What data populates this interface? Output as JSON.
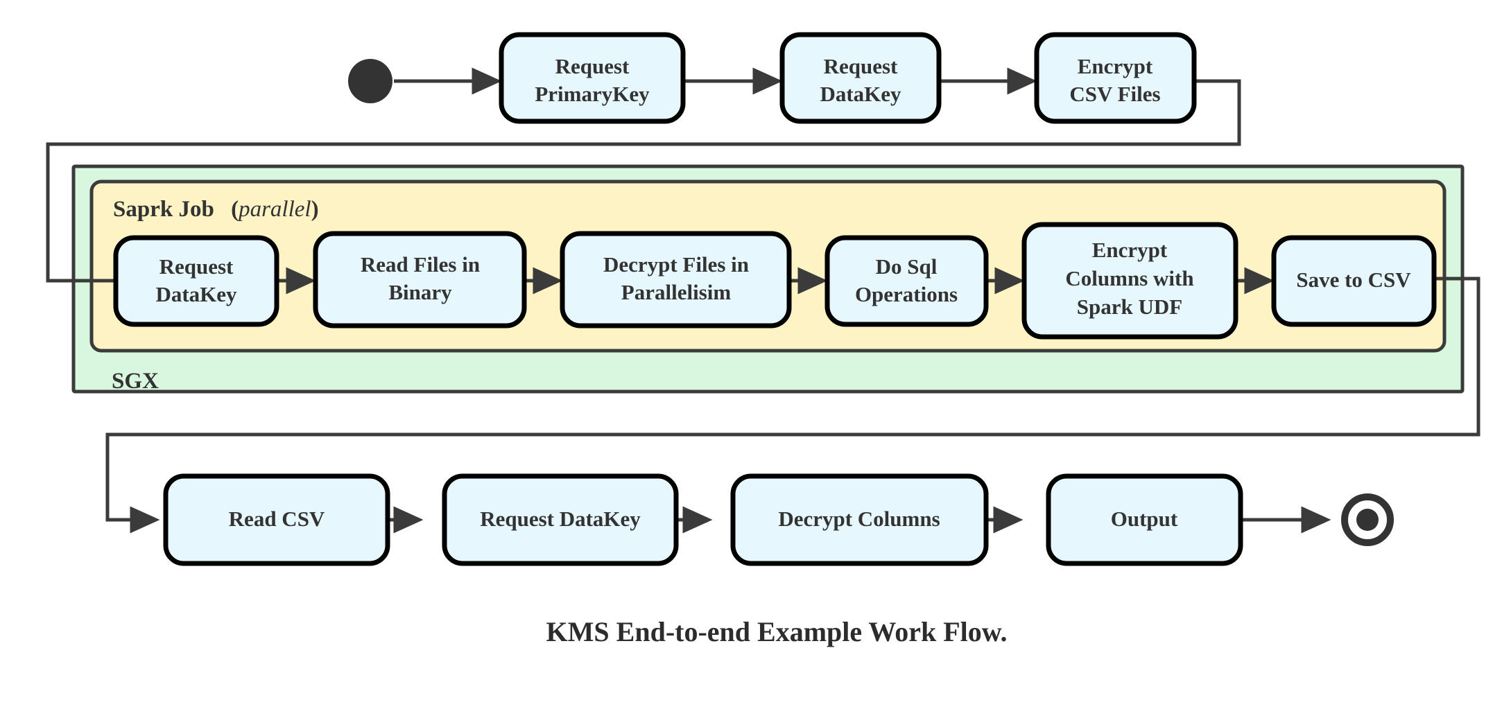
{
  "diagram": {
    "caption": "KMS End-to-end Example Work Flow.",
    "colors": {
      "node_fill": "#e6f8fd",
      "node_stroke": "#000000",
      "sgx_fill": "#d9f7de",
      "spark_fill": "#fdf3c4",
      "edge_stroke": "#3b3b3b",
      "text": "#333333",
      "page_background": "#ffffff"
    },
    "markers": {
      "start_node": "filled-circle-start",
      "end_node": "bullseye-end"
    },
    "containers": [
      {
        "id": "sgx",
        "label": "SGX",
        "fill": "#d9f7de"
      },
      {
        "id": "spark-job",
        "label": "Saprk Job",
        "label_suffix_open": "(",
        "label_italic": "parallel",
        "label_suffix_close": ")",
        "fill": "#fdf3c4"
      }
    ],
    "rows": {
      "top": {
        "name": "preparation-row",
        "nodes": [
          {
            "id": "request-primarykey",
            "lines": [
              "Request",
              "PrimaryKey"
            ]
          },
          {
            "id": "request-datakey-top",
            "lines": [
              "Request",
              "DataKey"
            ]
          },
          {
            "id": "encrypt-csv-files",
            "lines": [
              "Encrypt",
              "CSV Files"
            ]
          }
        ]
      },
      "middle": {
        "name": "spark-job-row",
        "nodes": [
          {
            "id": "request-datakey-spark",
            "lines": [
              "Request",
              "DataKey"
            ]
          },
          {
            "id": "read-files-in-binary",
            "lines": [
              "Read Files in",
              "Binary"
            ]
          },
          {
            "id": "decrypt-files-in-parallelisim",
            "lines": [
              "Decrypt Files in",
              "Parallelisim"
            ]
          },
          {
            "id": "do-sql-operations",
            "lines": [
              "Do Sql",
              "Operations"
            ]
          },
          {
            "id": "encrypt-columns-with-spark-udf",
            "lines": [
              "Encrypt",
              "Columns with",
              "Spark UDF"
            ]
          },
          {
            "id": "save-to-csv",
            "lines": [
              "Save to CSV"
            ]
          }
        ]
      },
      "bottom": {
        "name": "consumption-row",
        "nodes": [
          {
            "id": "read-csv",
            "lines": [
              "Read CSV"
            ]
          },
          {
            "id": "request-datakey-bottom",
            "lines": [
              "Request DataKey"
            ]
          },
          {
            "id": "decrypt-columns",
            "lines": [
              "Decrypt Columns"
            ]
          },
          {
            "id": "output",
            "lines": [
              "Output"
            ]
          }
        ]
      }
    }
  }
}
